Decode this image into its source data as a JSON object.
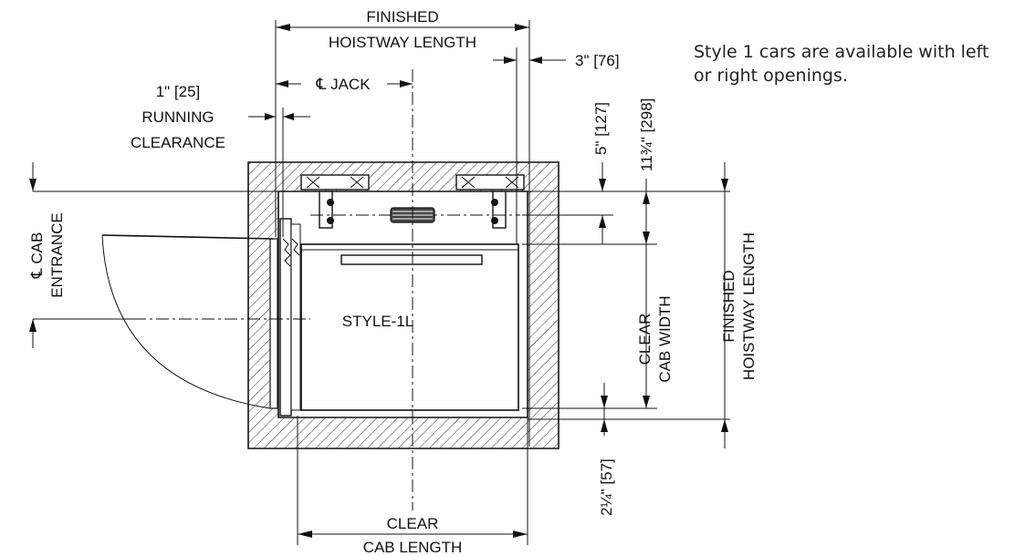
{
  "note": {
    "line1": "Style 1 cars are available with left",
    "line2": "or right openings."
  },
  "labels": {
    "finished_hoistway_length_top_1": "FINISHED",
    "finished_hoistway_length_top_2": "HOISTWAY LENGTH",
    "jack": "℄ JACK",
    "three_inch": "3\"  [76]",
    "one_inch": "1\"  [25]",
    "running_1": "RUNNING",
    "running_2": "CLEARANCE",
    "five_inch": "5\" [127]",
    "eleven_three_quarter": "11¾\" [298]",
    "cab_entrance_1": "℄ CAB",
    "cab_entrance_2": "ENTRANCE",
    "style": "STYLE-1L",
    "clear_cab_width_1": "CLEAR",
    "clear_cab_width_2": "CAB WIDTH",
    "finished_hoistway_right_1": "FINISHED",
    "finished_hoistway_right_2": "HOISTWAY LENGTH",
    "two_quarter": "2¼\" [57]",
    "clear_cab_length_1": "CLEAR",
    "clear_cab_length_2": "CAB LENGTH"
  }
}
